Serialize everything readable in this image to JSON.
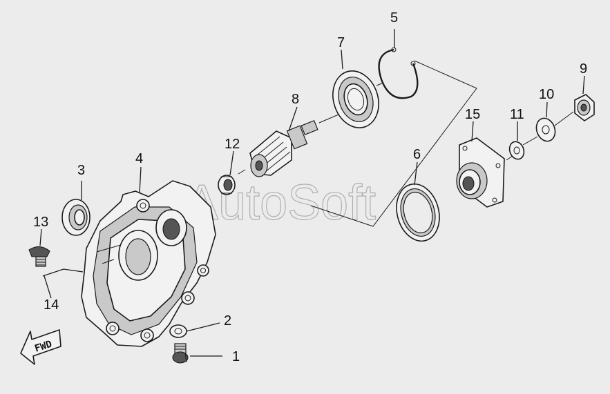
{
  "watermark": "AutoSoft",
  "direction_marker": {
    "label": "FWD",
    "icon": "forward-arrow-icon"
  },
  "callouts": [
    {
      "id": "1",
      "label": "1",
      "part": "drain-bolt"
    },
    {
      "id": "2",
      "label": "2",
      "part": "sealing-washer"
    },
    {
      "id": "3",
      "label": "3",
      "part": "oil-seal"
    },
    {
      "id": "4",
      "label": "4",
      "part": "gear-case-housing"
    },
    {
      "id": "5",
      "label": "5",
      "part": "snap-ring"
    },
    {
      "id": "6",
      "label": "6",
      "part": "o-ring"
    },
    {
      "id": "7",
      "label": "7",
      "part": "ball-bearing"
    },
    {
      "id": "8",
      "label": "8",
      "part": "pinion-gear"
    },
    {
      "id": "9",
      "label": "9",
      "part": "flange-nut"
    },
    {
      "id": "10",
      "label": "10",
      "part": "washer"
    },
    {
      "id": "11",
      "label": "11",
      "part": "small-washer"
    },
    {
      "id": "12",
      "label": "12",
      "part": "needle-bearing"
    },
    {
      "id": "13",
      "label": "13",
      "part": "breather-plug"
    },
    {
      "id": "14",
      "label": "14",
      "part": "breather-pin"
    },
    {
      "id": "15",
      "label": "15",
      "part": "output-flange"
    }
  ]
}
